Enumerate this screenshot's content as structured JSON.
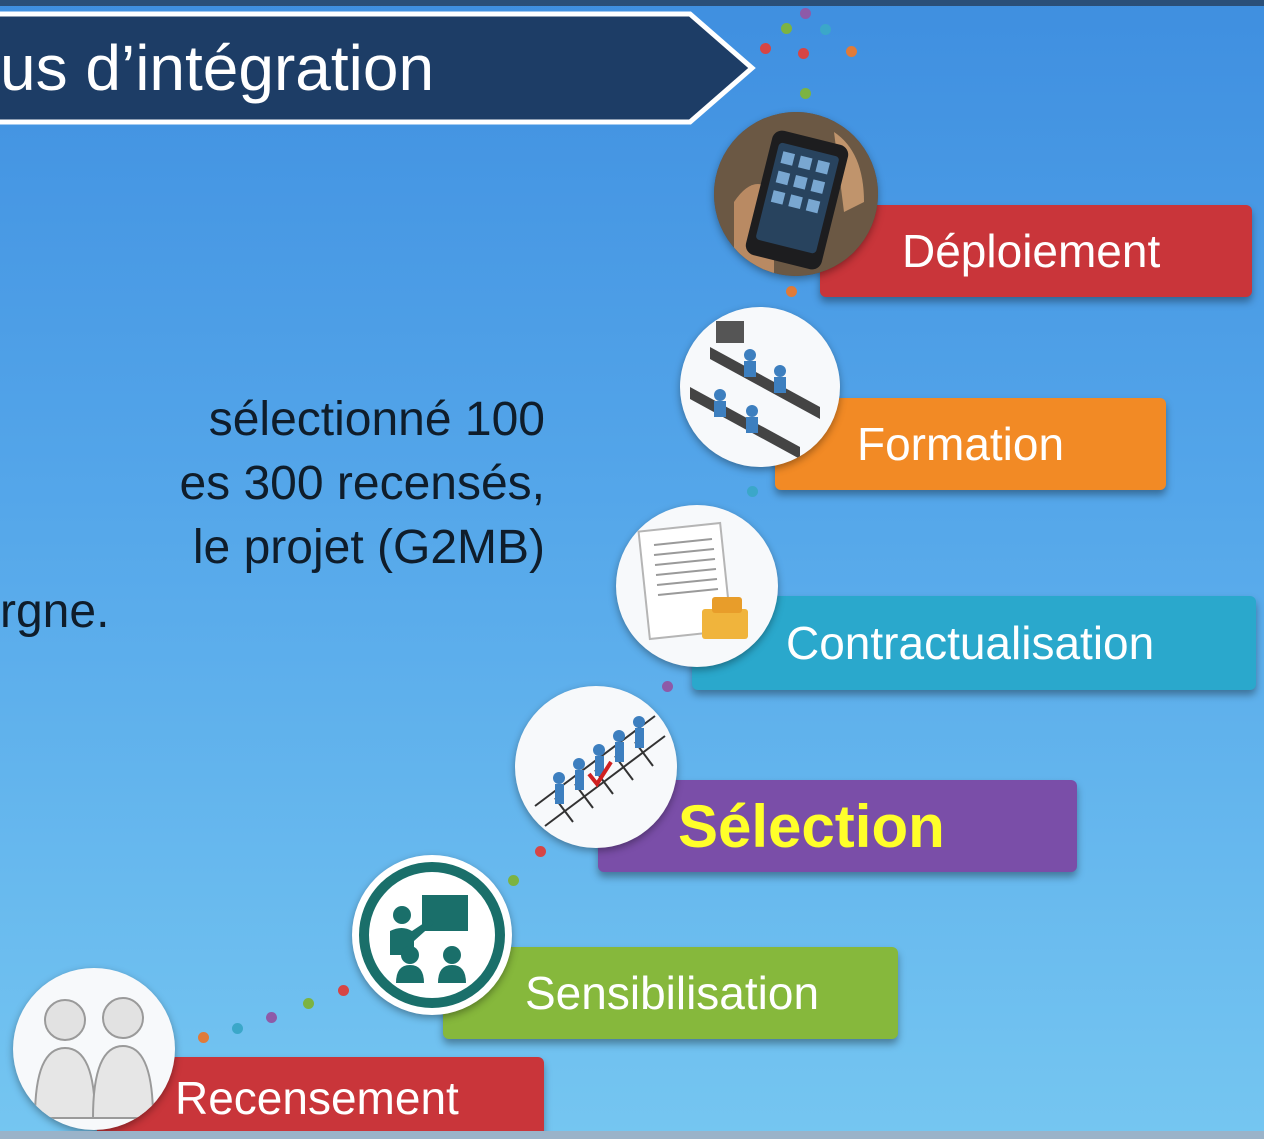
{
  "title": "us d’intégration",
  "body_lines": [
    "sélectionné    100",
    "es  300  recensés,",
    "le  projet  (G2MB)",
    "rgne."
  ],
  "steps": [
    {
      "label": "Recensement",
      "color": "#c9353a"
    },
    {
      "label": "Sensibilisation",
      "color": "#86b83c"
    },
    {
      "label": "Sélection",
      "color": "#7a4ea8",
      "highlight_color": "#ffff2a"
    },
    {
      "label": "Contractualisation",
      "color": "#2aa8cc"
    },
    {
      "label": "Formation",
      "color": "#f28a25"
    },
    {
      "label": "Déploiement",
      "color": "#c9353a"
    }
  ],
  "colors": {
    "background_top": "#3f8fe0",
    "background_bottom": "#75c6f1",
    "banner_fill": "#1d3d66",
    "banner_border": "#ffffff",
    "dot_colors": [
      "#e07b39",
      "#3ba7c9",
      "#8e5aa8",
      "#7cb342",
      "#d64545"
    ]
  },
  "icons": [
    "people-icon",
    "presentation-icon",
    "queue-check-icon",
    "contract-icon",
    "training-room-icon",
    "smartphone-icon"
  ]
}
